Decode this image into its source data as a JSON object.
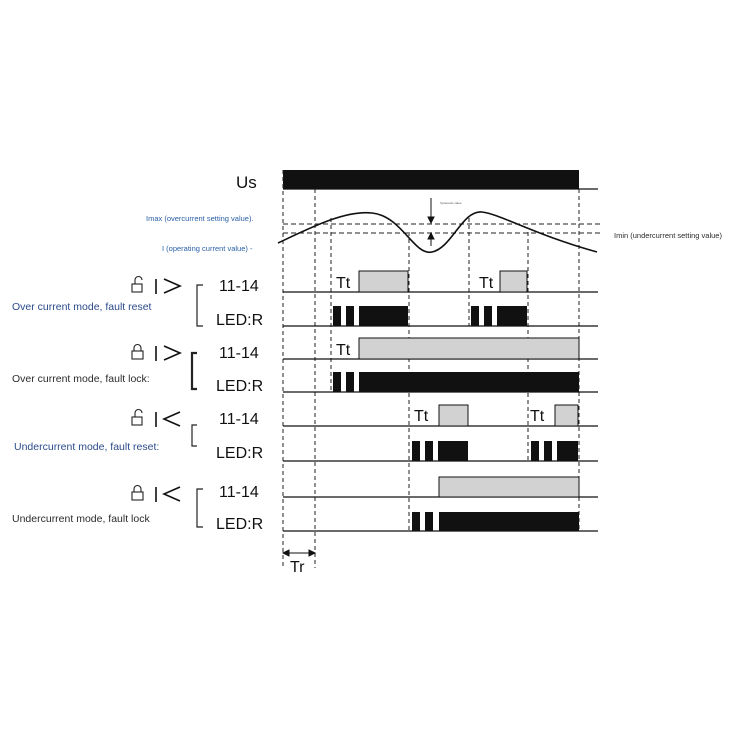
{
  "supply_label": "Us",
  "current_labels": {
    "imax": "Imax (overcurrent setting value).",
    "i": "I (operating current value) -",
    "imin": "Imin (undercurrent setting value)",
    "hysteresis": "hysteresis value"
  },
  "contact_label": "11-14",
  "led_label": "LED:R",
  "tt_label": "Tt",
  "tr_label": "Tr",
  "modes": [
    {
      "name": "Over current mode, fault reset",
      "lock_icon": "unlocked-padlock-icon",
      "symbol": "I>"
    },
    {
      "name": "Over current mode, fault lock:",
      "lock_icon": "locked-padlock-icon",
      "symbol": "I>"
    },
    {
      "name": "Undercurrent mode, fault reset:",
      "lock_icon": "unlocked-padlock-icon",
      "symbol": "I<"
    },
    {
      "name": "Undercurrent mode, fault lock",
      "lock_icon": "locked-padlock-icon",
      "symbol": "I<"
    }
  ],
  "colors": {
    "line": "#111111",
    "relay_fill": "#d2d2d2",
    "led_fill": "#111111",
    "guide_dash": "#222222",
    "label_blue": "#2a5fa8"
  }
}
